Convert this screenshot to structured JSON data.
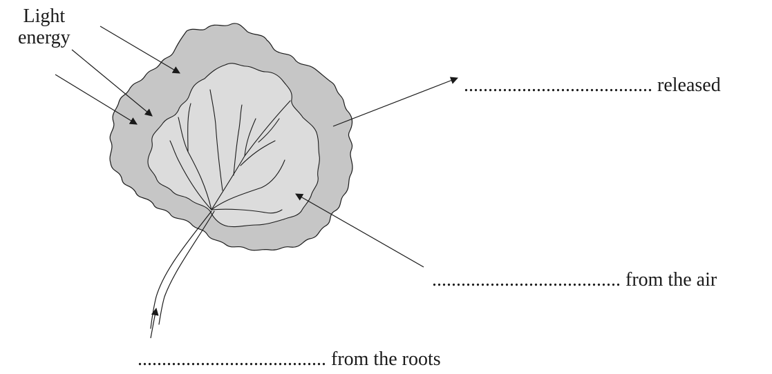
{
  "labels": {
    "light_line1": "Light",
    "light_line2": "energy",
    "released": "....................................... released",
    "from_air": "....................................... from the air",
    "from_roots": "....................................... from the roots"
  },
  "colors": {
    "outer_leaf": "#c6c6c6",
    "inner_leaf": "#dcdcdc",
    "line": "#1a1a1a"
  }
}
